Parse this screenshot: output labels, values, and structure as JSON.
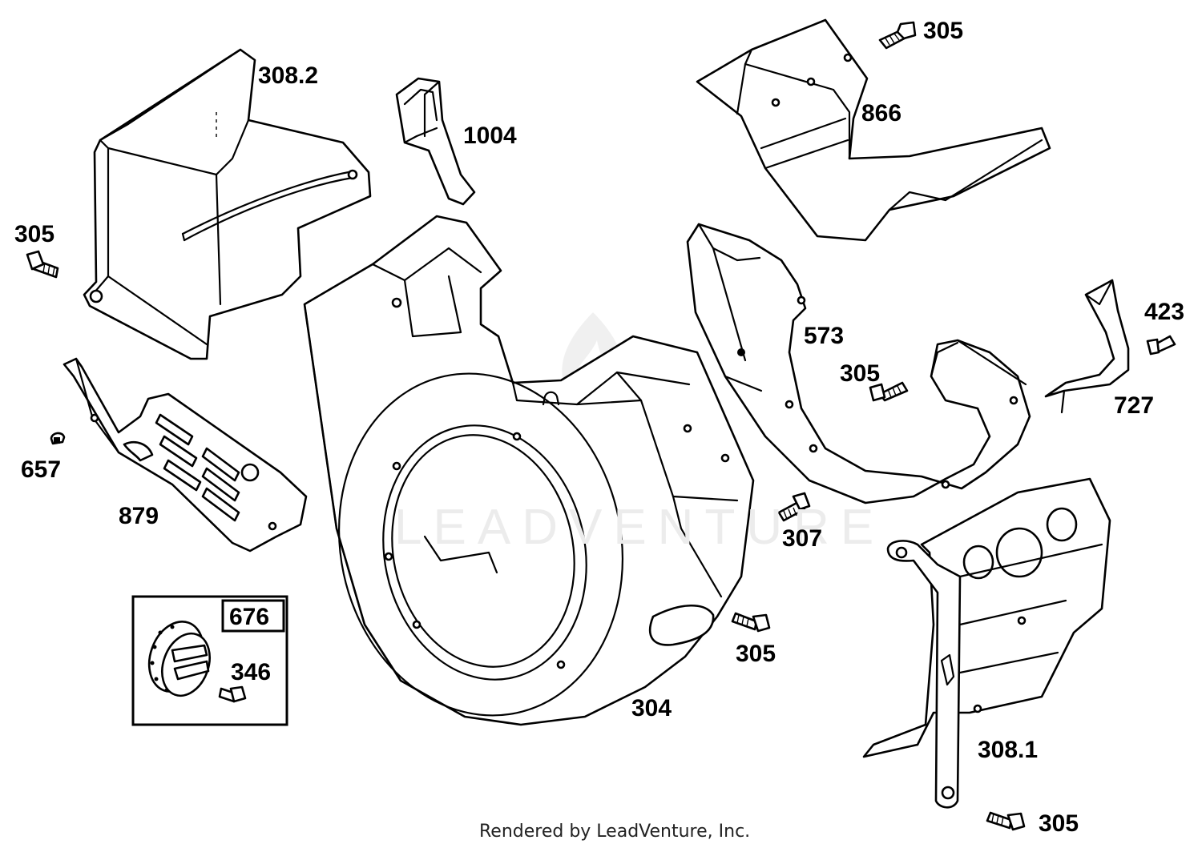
{
  "diagram": {
    "labels": {
      "p305_top": "305",
      "p308_2": "308.2",
      "p1004": "1004",
      "p866": "866",
      "p305_left": "305",
      "p573": "573",
      "p423": "423",
      "p305_mid": "305",
      "p727": "727",
      "p657": "657",
      "p879": "879",
      "p307": "307",
      "p676": "676",
      "p346": "346",
      "p305_lower": "305",
      "p304": "304",
      "p308_1": "308.1",
      "p305_bottom": "305"
    },
    "watermark": "LEADVENTURE",
    "footer": "Rendered by LeadVenture, Inc."
  }
}
